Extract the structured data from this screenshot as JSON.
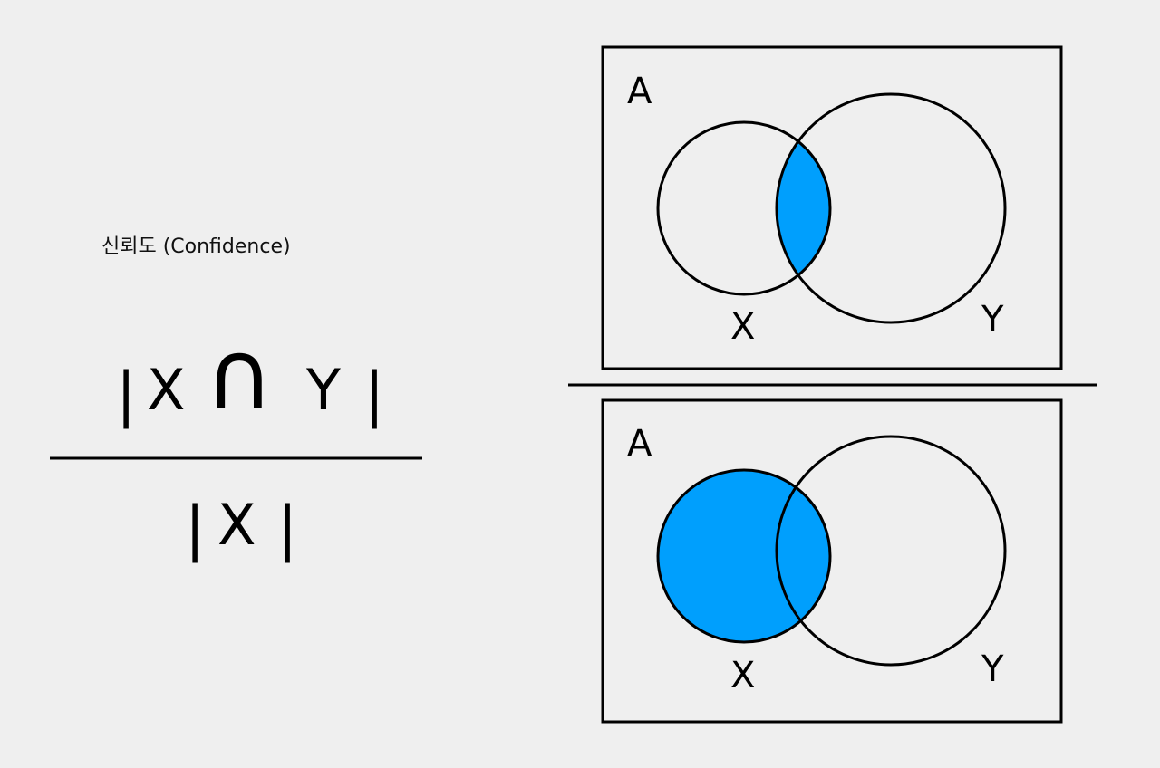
{
  "title": "신뢰도 (Confidence)",
  "formula": {
    "numerator": {
      "bar_left": "|",
      "x": "X",
      "intersect": "∩",
      "y": "Y",
      "bar_right": "|"
    },
    "denominator": {
      "bar_left": "|",
      "x": "X",
      "bar_right": "|"
    }
  },
  "diagrams": [
    {
      "universe_label": "A",
      "circle_x_label": "X",
      "circle_y_label": "Y",
      "highlight": "intersection"
    },
    {
      "universe_label": "A",
      "circle_x_label": "X",
      "circle_y_label": "Y",
      "highlight": "x"
    }
  ],
  "colors": {
    "highlight": "#009ffd",
    "stroke": "#000000",
    "background": "#efefef"
  }
}
